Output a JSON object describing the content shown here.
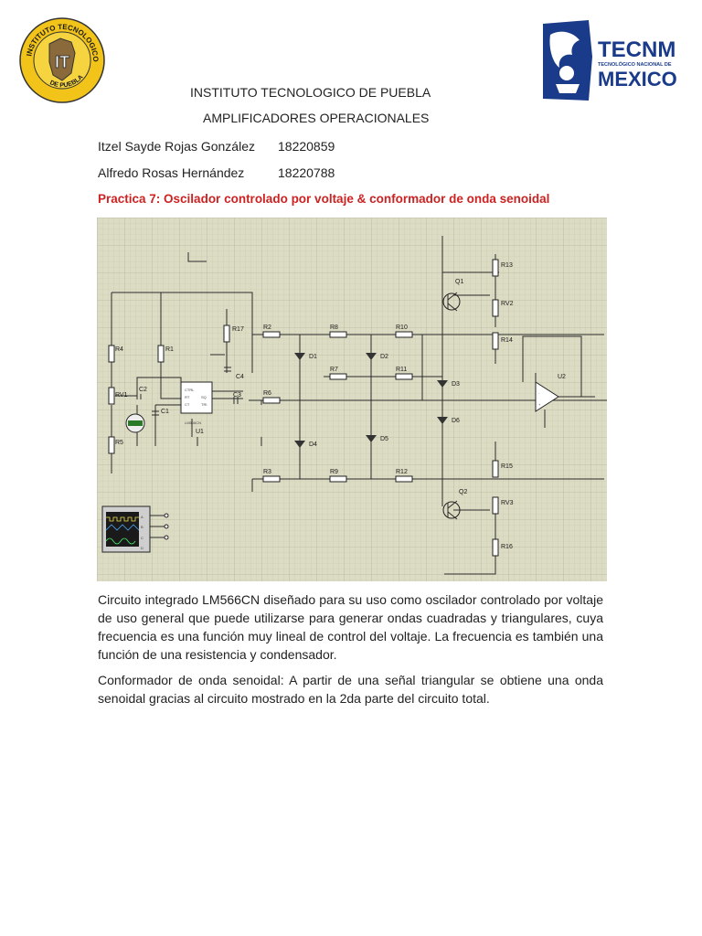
{
  "header": {
    "institution": "INSTITUTO TECNOLOGICO DE PUEBLA",
    "course": "AMPLIFICADORES OPERACIONALES",
    "students": [
      {
        "name": "Itzel Sayde Rojas González",
        "id": "18220859"
      },
      {
        "name": "Alfredo Rosas Hernández",
        "id": "18220788"
      }
    ]
  },
  "logo_left": {
    "ring_text_top": "INSTITUTO TECNOLOGICO",
    "ring_text_bottom": "DE PUEBLA",
    "mark": "IT"
  },
  "logo_right": {
    "brand": "TECNM",
    "subtitle": "TECNOLÓGICO NACIONAL DE",
    "country": "MEXICO"
  },
  "title": "Practica 7: Oscilador controlado por voltaje & conformador de onda senoidal",
  "schematic": {
    "labels": {
      "rv1": "RV1",
      "r4": "R4",
      "r1": "R1",
      "r5": "R5",
      "c2": "C2",
      "c1": "C1",
      "r17": "R17",
      "c4": "C4",
      "c3": "C3",
      "u1": "U1",
      "u1_part": "LM566CN",
      "r2": "R2",
      "r8": "R8",
      "r10": "R10",
      "r6": "R6",
      "r7": "R7",
      "r11": "R11",
      "r3": "R3",
      "r9": "R9",
      "r12": "R12",
      "d1": "D1",
      "d2": "D2",
      "d3": "D3",
      "d4": "D4",
      "d5": "D5",
      "d6": "D6",
      "q1": "Q1",
      "q2": "Q2",
      "r13": "R13",
      "r14": "R14",
      "rv2": "RV2",
      "r15": "R15",
      "r16": "R16",
      "rv3": "RV3",
      "u2": "U2",
      "scope_a": "A",
      "scope_b": "B",
      "scope_c": "C",
      "scope_d": "D"
    }
  },
  "body": {
    "paragraph_1": "Circuito integrado LM566CN diseñado para su uso como oscilador controlado por voltaje de uso general que puede utilizarse para generar ondas cuadradas y triangulares, cuya frecuencia es una función muy lineal de control del voltaje. La frecuencia es también una función de una resistencia y condensador.",
    "paragraph_2": "Conformador de onda senoidal: A partir de una señal triangular se obtiene una onda senoidal gracias al circuito mostrado en la 2da parte del circuito total."
  },
  "colors": {
    "title_red": "#cc2222",
    "grid_bg": "#dcdcc4",
    "tecnm_blue": "#1a3a8a",
    "logo_yellow": "#f2c318"
  }
}
